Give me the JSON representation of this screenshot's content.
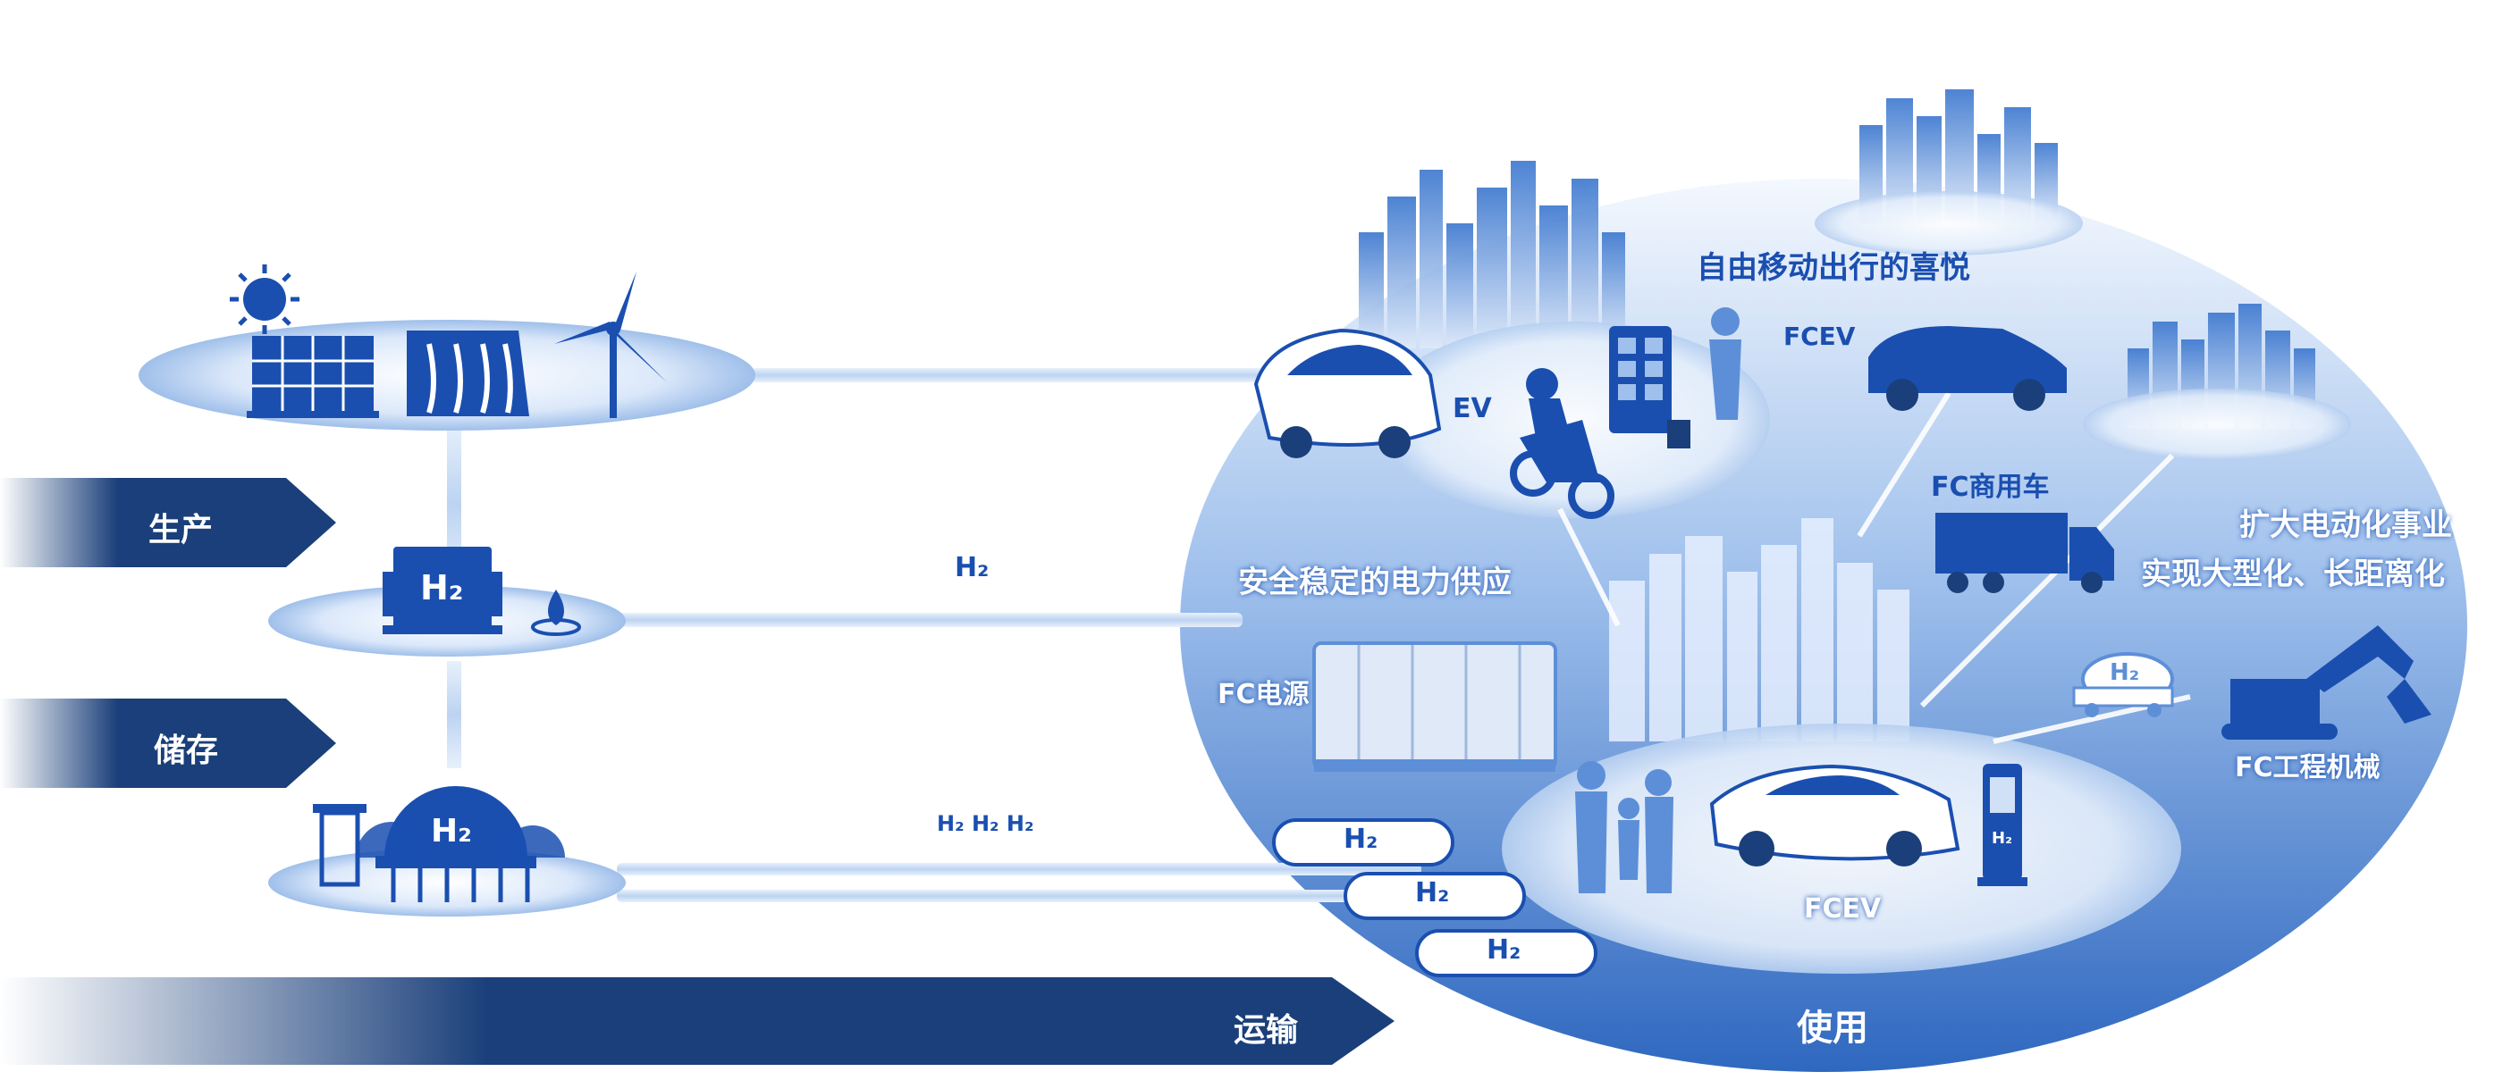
{
  "stages": {
    "production": "生产",
    "storage": "储存",
    "transport": "运输",
    "usage": "使用"
  },
  "hydrogen": {
    "tank_label": "H₂",
    "dome_label": "H₂",
    "line_label": "H₂",
    "line_label_multi": "H₂ H₂ H₂",
    "trailer_labels": [
      "H₂",
      "H₂",
      "H₂"
    ],
    "mixer_label": "H₂",
    "pump_label": "H₂"
  },
  "usage_labels": {
    "freedom": "自由移动出行的喜悦",
    "ev": "EV",
    "fcev_top": "FCEV",
    "fc_commercial": "FC商用车",
    "expand": "扩大电动化事业",
    "large_long": "实现大型化、长距离化",
    "power_supply": "安全稳定的电力供应",
    "fc_power": "FC电源",
    "fc_machinery": "FC工程机械",
    "fcev_bottom": "FCEV"
  },
  "colors": {
    "navy": "#1a3f7a",
    "blue": "#1a4fb0",
    "light_blue": "#cfe0f7",
    "ellipse_top": "#eaf2fc",
    "ellipse_bottom": "#3a74c8"
  }
}
